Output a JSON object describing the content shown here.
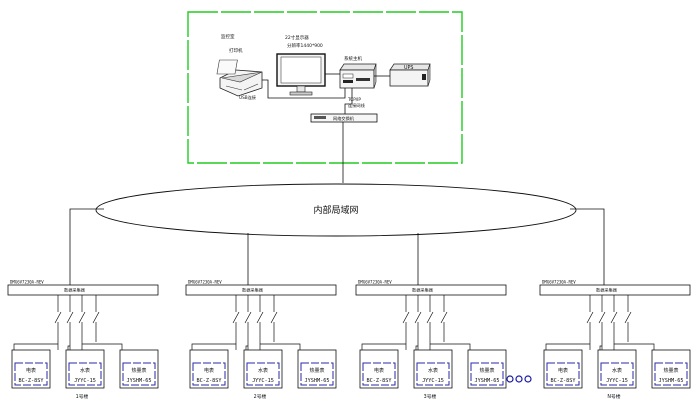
{
  "control_room": {
    "room_label": "监控室",
    "printer_label": "打印机",
    "monitor_label": "22寸显示器",
    "monitor_res": "分辨率1440*900",
    "host_label": "系统主机",
    "ups_label": "UPS",
    "usb_label": "USB连接",
    "tcpip_label": "TCP/IP",
    "cable_label": "连接网线",
    "switch_label": "网络交换机"
  },
  "network_label": "内部局域网",
  "buildings": [
    {
      "model": "DMG6V7230A-REV",
      "collector_label": "数据采集器",
      "caption": "1号楼",
      "meters": [
        {
          "type": "电表",
          "model": "BC-Z-8SY"
        },
        {
          "type": "水表",
          "model": "JYYC-15"
        },
        {
          "type": "热量表",
          "model": "JYSHM-65"
        }
      ]
    },
    {
      "model": "DMG6V7230A-REV",
      "collector_label": "数据采集器",
      "caption": "2号楼",
      "meters": [
        {
          "type": "电表",
          "model": "BC-Z-8SY"
        },
        {
          "type": "水表",
          "model": "JYYC-15"
        },
        {
          "type": "热量表",
          "model": "JYSHM-65"
        }
      ]
    },
    {
      "model": "DMG6V7230A-REV",
      "collector_label": "数据采集器",
      "caption": "3号楼",
      "meters": [
        {
          "type": "电表",
          "model": "BC-Z-8SY"
        },
        {
          "type": "水表",
          "model": "JYYC-15"
        },
        {
          "type": "热量表",
          "model": "JYSHM-65"
        }
      ]
    },
    {
      "model": "DMG6V7230A-REV",
      "collector_label": "数据采集器",
      "caption": "N号楼",
      "meters": [
        {
          "type": "电表",
          "model": "BC-Z-8SY"
        },
        {
          "type": "水表",
          "model": "JYYC-15"
        },
        {
          "type": "热量表",
          "model": "JYSHM-65"
        }
      ]
    }
  ],
  "ellipsis_icon": "ellipsis-dots"
}
